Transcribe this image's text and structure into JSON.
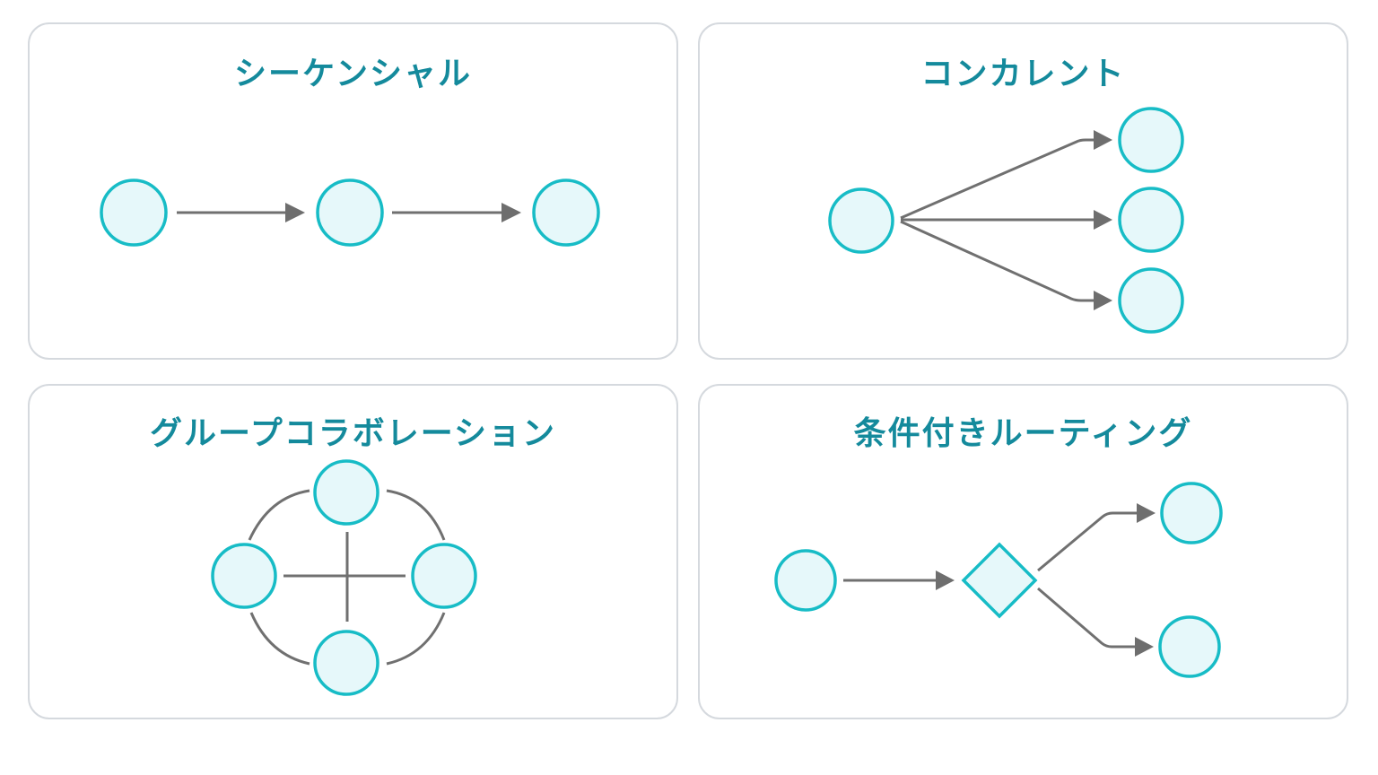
{
  "panels": {
    "sequential": {
      "title": "シーケンシャル"
    },
    "concurrent": {
      "title": "コンカレント"
    },
    "group": {
      "title": "グループコラボレーション"
    },
    "routing": {
      "title": "条件付きルーティング"
    }
  },
  "colors": {
    "title": "#148a9c",
    "node_fill": "#e6f8fa",
    "node_stroke": "#17bcc6",
    "edge": "#707070",
    "panel_border": "#d5d9de"
  }
}
